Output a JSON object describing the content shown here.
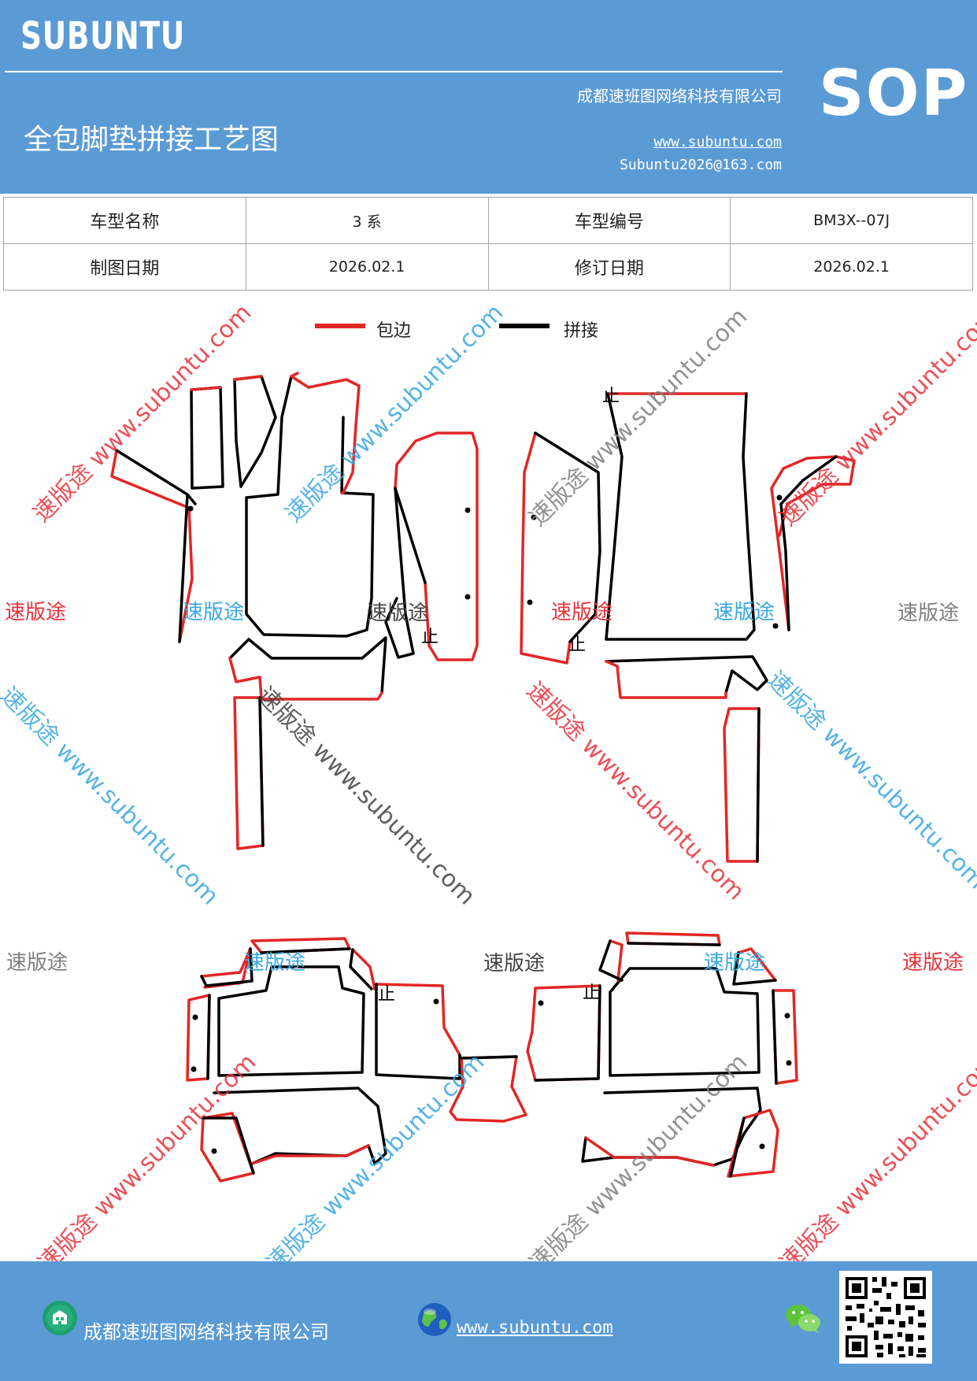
{
  "header": {
    "brand": "SUBUNTU",
    "company": "成都速班图网络科技有限公司",
    "doc_type": "SOP",
    "title": "全包脚垫拼接工艺图",
    "website": "www.subuntu.com",
    "email": "Subuntu2026@163.com"
  },
  "info_table": [
    [
      "车型名称",
      "3 系",
      "车型编号",
      "BM3X--07J"
    ],
    [
      "制图日期",
      "2026.02.1",
      "修订日期",
      "2026.02.1"
    ]
  ],
  "legend": [
    {
      "label": "包边",
      "color": "#e32626"
    },
    {
      "label": "拼接",
      "color": "#000000"
    }
  ],
  "watermark": {
    "brand": "速版途",
    "url_text": "速版途 www.subuntu.com",
    "colors": [
      "#e8323c",
      "#3aa8e0",
      "#444444",
      "#7f7f7f"
    ]
  },
  "piece_mark": "止",
  "colors": {
    "header_bg": "#5b9bd5",
    "edge": "#e32626",
    "seam": "#000000"
  },
  "footer": {
    "company": "成都速班图网络科技有限公司",
    "website": "www.subuntu.com"
  }
}
